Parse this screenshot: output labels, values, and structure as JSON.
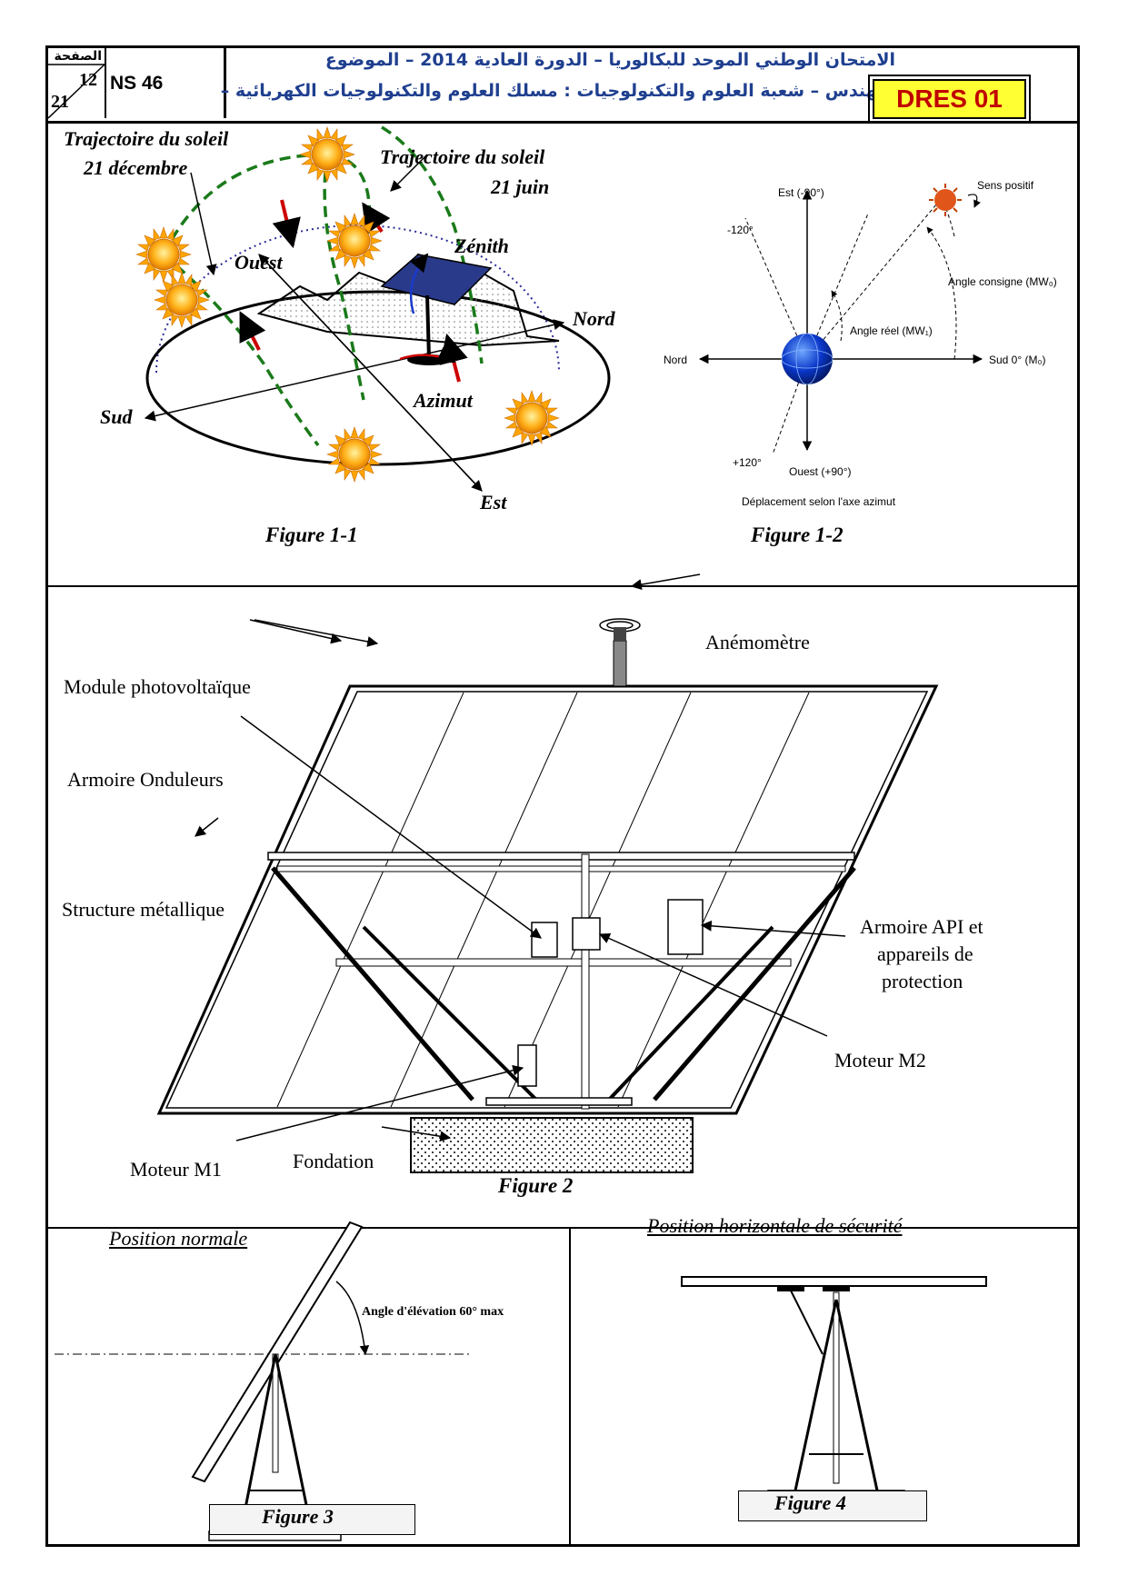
{
  "header": {
    "page_label_ar": "الصفحة",
    "page_number": "12",
    "page_total": "21",
    "code": "NS 46",
    "line1_ar": "الامتحان الوطني الموحد للبكالوريا – الدورة العادية 2014 – الموضوع",
    "line2_ar": "– مادة: علوم المهندس – شعبة العلوم والتكنولوجيات : مسلك العلوم والتكنولوجيات الكهربائية –"
  },
  "dres_label": "DRES 01",
  "figure_1_1": {
    "caption": "Figure 1-1",
    "traj_dec_line1": "Trajectoire du soleil",
    "traj_dec_line2": "21 décembre",
    "traj_jun_line1": "Trajectoire du soleil",
    "traj_jun_line2": "21 juin",
    "zenith": "Zénith",
    "ouest": "Ouest",
    "nord": "Nord",
    "sud": "Sud",
    "est": "Est",
    "azimut": "Azimut"
  },
  "figure_1_2": {
    "caption": "Figure 1-2",
    "est_label": "Est (-90°)",
    "ouest_label": "Ouest (+90°)",
    "nord_label": "Nord",
    "sud_label": "Sud 0° (M₀)",
    "minus120": "-120°",
    "plus120": "+120°",
    "sens_positif": "Sens positif",
    "angle_consigne": "Angle consigne (MW₀)",
    "angle_reel": "Angle réel (MW₁)",
    "deplacement": "Déplacement selon l'axe azimut"
  },
  "figure_2": {
    "caption": "Figure 2",
    "anemometre": "Anémomètre",
    "module": "Module photovoltaïque",
    "armoire_onduleurs": "Armoire Onduleurs",
    "structure": "Structure métallique",
    "armoire_api_1": "Armoire API et",
    "armoire_api_2": "appareils de",
    "armoire_api_3": "protection",
    "moteur_m2": "Moteur M2",
    "moteur_m1": "Moteur M1",
    "fondation": "Fondation"
  },
  "figure_3": {
    "caption": "Figure 3",
    "title": "Position normale",
    "angle_label": "Angle d'élévation 60° max"
  },
  "figure_4": {
    "caption": "Figure 4",
    "title": "Position horizontale de sécurité"
  }
}
